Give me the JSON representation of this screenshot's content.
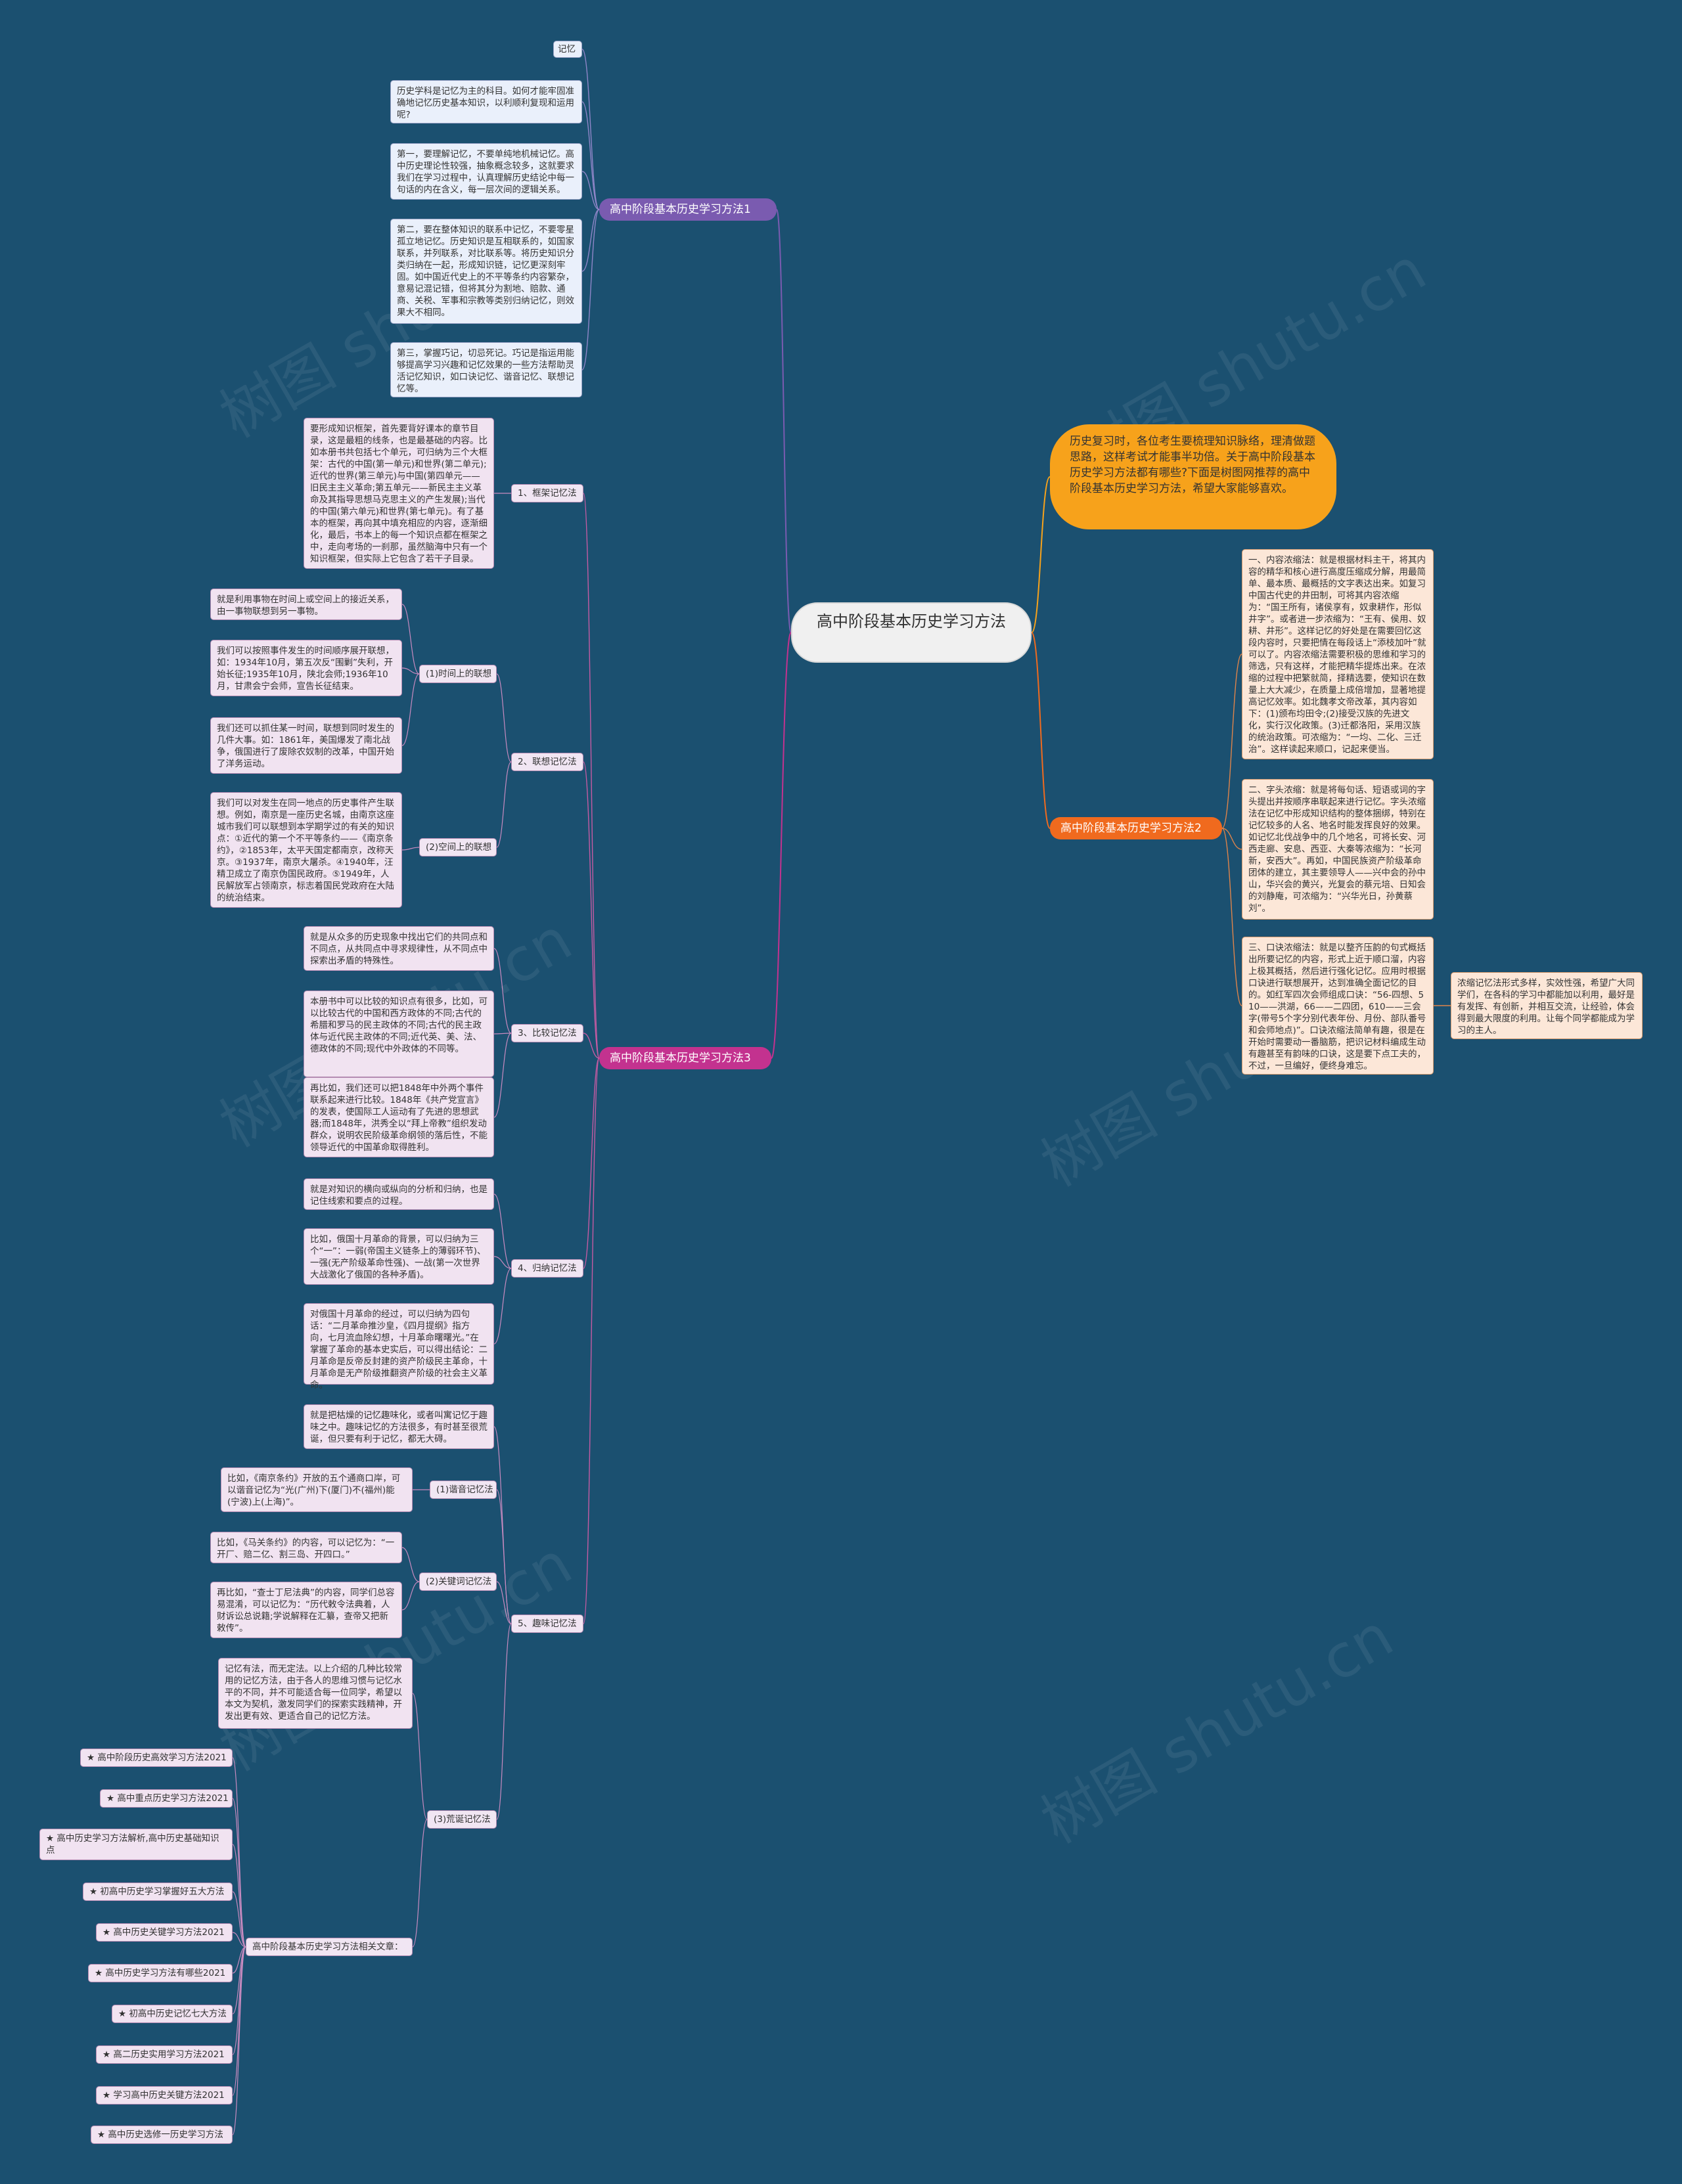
{
  "root": "高中阶段基本历史学习方法",
  "intro": "历史复习时，各位考生要梳理知识脉络，理清做题思路，这样考试才能事半功倍。关于高中阶段基本历史学习方法都有哪些?下面是树图网推荐的高中阶段基本历史学习方法，希望大家能够喜欢。",
  "branch1": {
    "label": "高中阶段基本历史学习方法1",
    "items": [
      "记忆",
      "历史学科是记忆为主的科目。如何才能牢固准确地记忆历史基本知识，以利顺利复现和运用呢?",
      "第一，要理解记忆，不要单纯地机械记忆。高中历史理论性较强，抽象概念较多，这就要求我们在学习过程中，认真理解历史结论中每一句话的内在含义，每一层次间的逻辑关系。",
      "第二，要在整体知识的联系中记忆，不要零星孤立地记忆。历史知识是互相联系的，如国家联系，并列联系，对比联系等。将历史知识分类归纳在一起，形成知识链，记忆更深刻牢固。如中国近代史上的不平等条约内容繁杂，意易记混记错，但将其分为割地、赔款、通商、关税、军事和宗教等类别归纳记忆，则效果大不相同。",
      "第三，掌握巧记，切忌死记。巧记是指运用能够提高学习兴趣和记忆效果的一些方法帮助灵活记忆知识，如口诀记忆、谐音记忆、联想记忆等。"
    ]
  },
  "branch2": {
    "label": "高中阶段基本历史学习方法2",
    "items": [
      "一、内容浓缩法：就是根据材料主干，将其内容的精华和核心进行高度压缩成分解，用最简单、最本质、最概括的文字表达出来。如复习中国古代史的井田制，可将其内容浓缩为：“国王所有，诸侯享有，奴隶耕作，形似井字”。或者进一步浓缩为：“王有、侯用、奴耕、井形”。这样记忆的好处是在需要回忆这段内容时，只要把情在每段话上“添枝加叶”就可以了。内容浓缩法需要积极的思维和学习的筛选，只有这样，才能把精华提炼出来。在浓缩的过程中把繁就简，择精选要，使知识在数量上大大减少，在质量上成倍增加，显著地提高记忆效率。如北魏孝文帝改革，其内容如下：(1)颁布均田令;(2)接受汉族的先进文化，实行汉化政策。(3)迁都洛阳，采用汉族的统治政策。可浓缩为：“一均、二化、三迁治”。这样读起来顺口，记起来便当。",
      "二、字头浓缩：就是将每句话、短语或词的字头提出并按顺序串联起来进行记忆。字头浓缩法在记忆中形成知识结构的整体捆绑，特别在记忆较多的人名、地名时能发挥良好的效果。如记忆北伐战争中的几个地名，可将长安、河西走廊、安息、西亚、大秦等浓缩为：“长河新，安西大”。再如，中国民族资产阶级革命团体的建立，其主要领导人——兴中会的孙中山，华兴会的黄兴，光复会的蔡元培、日知会的刘静庵，可浓缩为：“兴华光日，孙黄蔡刘”。",
      "三、口诀浓缩法：就是以整齐压韵的句式概括出所要记忆的内容，形式上近于顺口溜，内容上极其概括，然后进行强化记忆。应用时根据口诀进行联想展开，达到准确全面记忆的目的。如红军四次会师组成口诀：“56-四想、510——洪湖，66——二四团，610——三会字(带号5个字分别代表年份、月份、部队番号和会师地点)”。口诀浓缩法简单有趣，很是在开始时需要动一番脑筋，把识记材料编成生动有趣甚至有韵味的口诀，这是要下点工夫的，不过，一旦编好，便终身难忘。",
      "浓缩记忆法形式多样，实效性强，希望广大同学们，在各科的学习中都能加以利用，最好是有发挥、有创新，并相互交流，让经验，体会得到最大限度的利用。让每个同学都能成为学习的主人。"
    ]
  },
  "branch3": {
    "label": "高中阶段基本历史学习方法3",
    "s1": {
      "label": "1、框架记忆法",
      "text": "要形成知识框架，首先要背好课本的章节目录，这是最粗的线条，也是最基础的内容。比如本册书共包括七个单元，可归纳为三个大框架：古代的中国(第一单元)和世界(第二单元);近代的世界(第三单元)与中国(第四单元——旧民主主义革命;第五单元——新民主主义革命及其指导思想马克思主义的产生发展);当代的中国(第六单元)和世界(第七单元)。有了基本的框架，再向其中填充相应的内容，逐渐细化，最后，书本上的每一个知识点都在框架之中，走向考场的一刹那，虽然脑海中只有一个知识框架，但实际上它包含了若干子目录。"
    },
    "s2": {
      "label": "2、联想记忆法",
      "t1": "(1)时间上的联想",
      "t1items": [
        "就是利用事物在时间上或空间上的接近关系，由一事物联想到另一事物。",
        "我们可以按照事件发生的时间顺序展开联想，如：1934年10月，第五次反“围剿”失利，开始长征;1935年10月，陕北会师;1936年10月，甘肃会宁会师，宣告长征结束。",
        "我们还可以抓住某一时间，联想到同时发生的几件大事。如：1861年，美国爆发了南北战争，俄国进行了废除农奴制的改革，中国开始了洋务运动。"
      ],
      "t2": "(2)空间上的联想",
      "t2items": [
        "我们可以对发生在同一地点的历史事件产生联想。例如，南京是一座历史名城，由南京这座城市我们可以联想到本学期学过的有关的知识点：①近代的第一个不平等条约——《南京条约》，②1853年，太平天国定都南京，改称天京。③1937年，南京大屠杀。④1940年，汪精卫成立了南京伪国民政府。⑤1949年，人民解放军占领南京，标志着国民党政府在大陆的统治结束。"
      ]
    },
    "s3": {
      "label": "3、比较记忆法",
      "items": [
        "就是从众多的历史现象中找出它们的共同点和不同点，从共同点中寻求规律性，从不同点中探索出矛盾的特殊性。",
        "本册书中可以比较的知识点有很多，比如，可以比较古代的中国和西方政体的不同;古代的希腊和罗马的民主政体的不同;古代的民主政体与近代民主政体的不同;近代英、美、法、德政体的不同;现代中外政体的不同等。",
        "再比如，我们还可以把1848年中外两个事件联系起来进行比较。1848年《共产党宣言》的发表，使国际工人运动有了先进的思想武器;而1848年，洪秀全以“拜上帝教”组织发动群众，说明农民阶级革命纲领的落后性，不能领导近代的中国革命取得胜利。"
      ]
    },
    "s4": {
      "label": "4、归纳记忆法",
      "items": [
        "就是对知识的横向或纵向的分析和归纳，也是记住线索和要点的过程。",
        "比如，俄国十月革命的背景，可以归纳为三个“一”：一弱(帝国主义链条上的薄弱环节)、一强(无产阶级革命性强)、一战(第一次世界大战激化了俄国的各种矛盾)。",
        "对俄国十月革命的经过，可以归纳为四句话：“二月革命推沙皇，《四月提纲》指方向，七月流血除幻想，十月革命曙曙光。”在掌握了革命的基本史实后，可以得出结论：二月革命是反帝反封建的资产阶级民主革命，十月革命是无产阶级推翻资产阶级的社会主义革命。"
      ]
    },
    "s5": {
      "label": "5、趣味记忆法",
      "intro": "就是把枯燥的记忆趣味化，或者叫寓记忆于趣味之中。趣味记忆的方法很多，有时甚至很荒诞，但只要有利于记忆，都无大碍。",
      "t1": "(1)谐音记忆法",
      "t1items": [
        "比如，《南京条约》开放的五个通商口岸，可以谐音记忆为“光(广州)下(厦门)不(福州)能(宁波)上(上海)”。"
      ],
      "t2": "(2)关键词记忆法",
      "t2items": [
        "比如，《马关条约》的内容，可以记忆为：“一开厂、赔二亿、割三岛、开四口。”",
        "再比如，“查士丁尼法典”的内容，同学们总容易混淆，可以记忆为：“历代敕令法典着，人财诉讼总说籍;学说解释在汇纂，查帝又把新敕传”。"
      ],
      "t3": "(3)荒诞记忆法",
      "t3items": [
        "记忆有法，而无定法。以上介绍的几种比较常用的记忆方法，由于各人的思维习惯与记忆水平的不同，并不可能适合每一位同学，希望以本文为契机，激发同学们的探索实践精神，开发出更有效、更适合自己的记忆方法。"
      ],
      "related": "高中阶段基本历史学习方法相关文章：",
      "links": [
        "★ 高中阶段历史高效学习方法2021",
        "★ 高中重点历史学习方法2021",
        "★ 高中历史学习方法解析,高中历史基础知识点",
        "★ 初高中历史学习掌握好五大方法",
        "★ 高中历史关键学习方法2021",
        "★ 高中历史学习方法有哪些2021",
        "★ 初高中历史记忆七大方法",
        "★ 高二历史实用学习方法2021",
        "★ 学习高中历史关键方法2021",
        "★ 高中历史选修一历史学习方法"
      ]
    }
  },
  "watermark": "树图 shutu.cn",
  "colors": {
    "background": "#1b5070",
    "branch1": "#7a5bb0",
    "branch2": "#f06a1e",
    "branch3": "#c3328f",
    "intro": "#f7a21b"
  }
}
